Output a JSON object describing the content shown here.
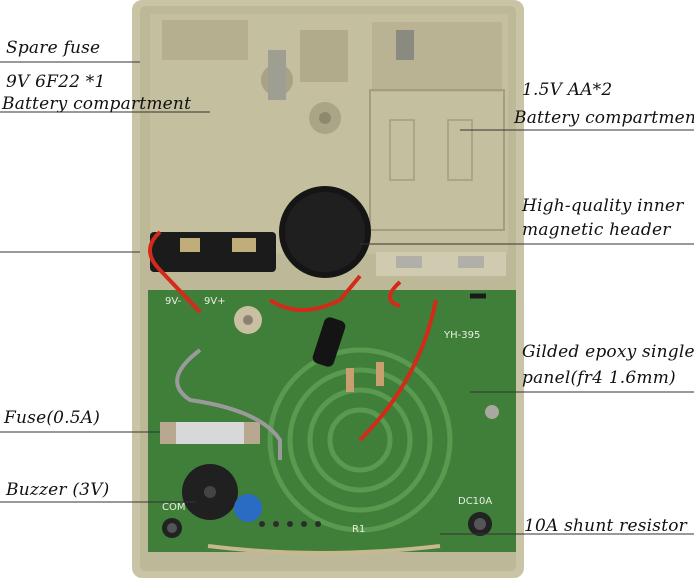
{
  "labels": {
    "spare_fuse": "Spare fuse",
    "battery_9v_line1": "9V 6F22 *1",
    "battery_9v_line2": "Battery compartment",
    "battery_aa_line1": "1.5V AA*2",
    "battery_aa_line2": "Battery compartment",
    "magnetic_line1": "High-quality inner",
    "magnetic_line2": "magnetic header",
    "epoxy_line1": "Gilded epoxy single",
    "epoxy_line2": "panel(fr4 1.6mm)",
    "fuse": "Fuse(0.5A)",
    "buzzer": "Buzzer (3V)",
    "shunt": "10A shunt resistor"
  },
  "pcb_markings": {
    "v9_minus": "9V-",
    "v9_plus": "9V+",
    "model": "YH-395",
    "com": "COM",
    "dc10a": "DC10A",
    "r1": "R1"
  },
  "colors": {
    "case": "#c9c4a6",
    "case_shadow": "#a9a385",
    "pcb": "#3f7f3a",
    "pcb_trace": "#5a9a50",
    "wire_red": "#d32a1a",
    "wire_black": "#1a1a1a",
    "wire_gray": "#9a9a9a",
    "buzzer": "#202020",
    "capacitor_blue": "#2a6cc4"
  }
}
